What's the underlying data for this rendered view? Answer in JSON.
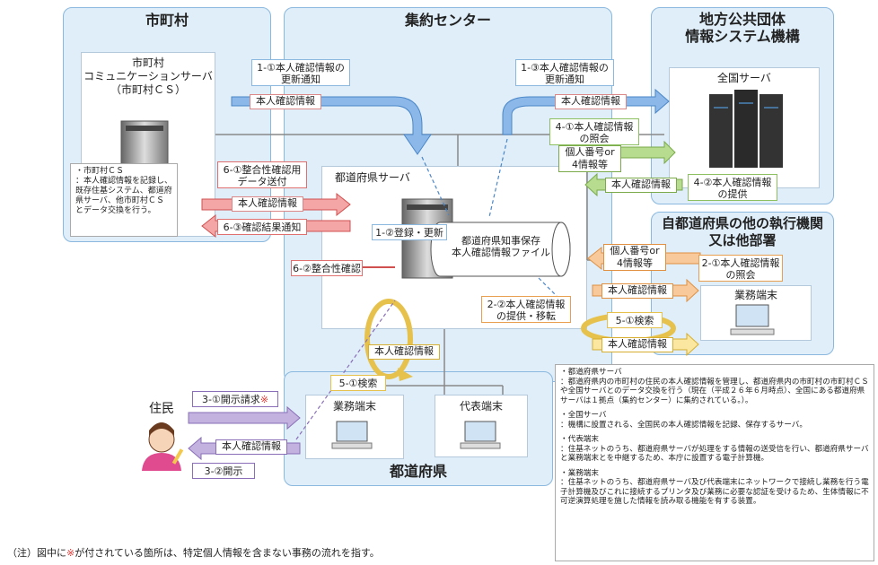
{
  "regions": {
    "municipality": "市町村",
    "center": "集約センター",
    "jlis": "地方公共団体\n情報システム機構",
    "other_org": "自都道府県の他の執行機関\n又は他部署",
    "prefecture": "都道府県"
  },
  "boxes": {
    "cs_title": "市町村\nコミュニケーションサーバ\n（市町村ＣＳ）",
    "national_server": "全国サーバ",
    "pref_server": "都道府県サーバ",
    "pref_file": "都道府県知事保存\n本人確認情報ファイル",
    "terminal_other": "業務端末",
    "terminal_pref": "業務端末",
    "rep_terminal": "代表端末",
    "resident": "住民"
  },
  "cs_note": "・市町村ＣＳ\n：本人確認情報を記録し、既存住基システム、都道府県サーバ、他市町村ＣＳ とデータ交換を行う。",
  "callouts": {
    "c1_1": "1-①本人確認情報の\n更新通知",
    "c1_3": "1-③本人確認情報の\n更新通知",
    "c1_2": "1-②登録・更新",
    "c4_1": "4-①本人確認情報\nの照会",
    "c4_2": "4-②本人確認情報\nの提供",
    "c6_1": "6-①整合性確認用\nデータ送付",
    "c6_2": "6-②整合性確認",
    "c6_3": "6-③確認結果通知",
    "c2_1": "2-①本人確認情報\nの照会",
    "c2_2": "2-②本人確認情報\nの提供・移転",
    "c5_1a": "5-①検索",
    "c5_1b": "5-①検索",
    "c3_1_text": "3-①開示請求",
    "c3_1_mark": "※",
    "c3_2": "3-②開示"
  },
  "arrow_labels": {
    "a_cs_to_center": "本人確認情報",
    "a_center_to_jlis": "本人確認情報",
    "a_kojin_jlis": "個人番号or\n4情報等",
    "a_jlis_return": "本人確認情報",
    "a_cs_left": "本人確認情報",
    "a_kojin_other": "個人番号or\n4情報等",
    "a_other_return": "本人確認情報",
    "a_term_return": "本人確認情報",
    "a_pref_loop": "本人確認情報",
    "a_resident": "本人確認情報"
  },
  "legend": {
    "pref_server_title": "・都道府県サーバ",
    "pref_server_desc": "：都道府県内の市町村の住民の本人確認情報を管理し、都道府県内の市町村の市町村ＣＳや全国サーバとのデータ交換を行う（現在（平成２６年６月時点）、全国にある都道府県サーバは１拠点（集約センター）に集約されている。）。",
    "national_title": "・全国サーバ",
    "national_desc": "：機構に設置される、全国民の本人確認情報を記録、保存するサーバ。",
    "rep_title": "・代表端末",
    "rep_desc": "：住基ネットのうち、都道府県サーバが処理をする情報の送受信を行い、都道府県サーバと業務端末とを中継するため、本庁に設置する電子計算機。",
    "term_title": "・業務端末",
    "term_desc": "：住基ネットのうち、都道府県サーバ及び代表端末にネットワークで接続し業務を行う電子計算機及びこれに接続するプリンタ及び業務に必要な認証を受けるため、生体情報に不可逆演算処理を施した情報を読み取る機能を有する装置。"
  },
  "footnote_prefix": "（注）図中に",
  "footnote_mark": "※",
  "footnote_suffix": "が付されている箇所は、特定個人情報を含まない事務の流れを指す。",
  "colors": {
    "region_bg": "#dfeef9",
    "region_border": "#8ab8de",
    "red_arrow": "#e06a6a",
    "orange_arrow": "#f0a050",
    "blue_arrow": "#6fa8dc",
    "green_arrow": "#9ccc65",
    "yellow": "#f3d060",
    "purple_arrow": "#9a7cc0",
    "mark": "#e53935"
  }
}
